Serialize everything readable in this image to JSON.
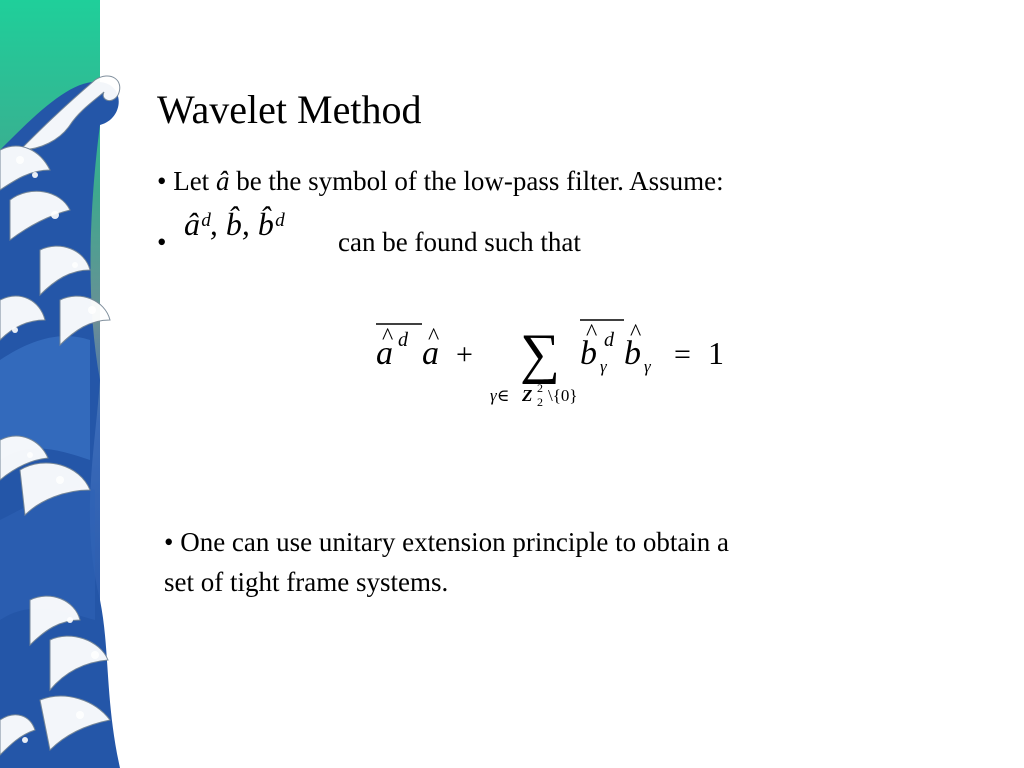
{
  "slide": {
    "title": "Wavelet Method",
    "bullet1": {
      "prefix": "• Let ",
      "symbol": "â",
      "text": " be the symbol of the low-pass filter. Assume:"
    },
    "bullet2": {
      "bullet": "•",
      "symbols": "âᵈ, b̂, b̂ᵈ",
      "text": "can be found such that"
    },
    "formula": {
      "a": "a",
      "hat": "^",
      "d": "d",
      "plus": "+",
      "sum": "∑",
      "b": "b",
      "gamma": "γ",
      "equals": "=",
      "one": "1",
      "subscript_lhs": "γ∈",
      "subscript_Z": "Z",
      "subscript_sup": "2",
      "subscript_sub": "2",
      "subscript_rhs": "\\{0}"
    },
    "bullet3": {
      "line1": "• One can  use unitary extension principle  to obtain a",
      "line2": "set of tight frame  systems."
    }
  },
  "colors": {
    "wave_top": "#22c89c",
    "wave_mid": "#2f5fb0",
    "wave_bottom": "#1f56a8",
    "foam": "#ffffff"
  }
}
